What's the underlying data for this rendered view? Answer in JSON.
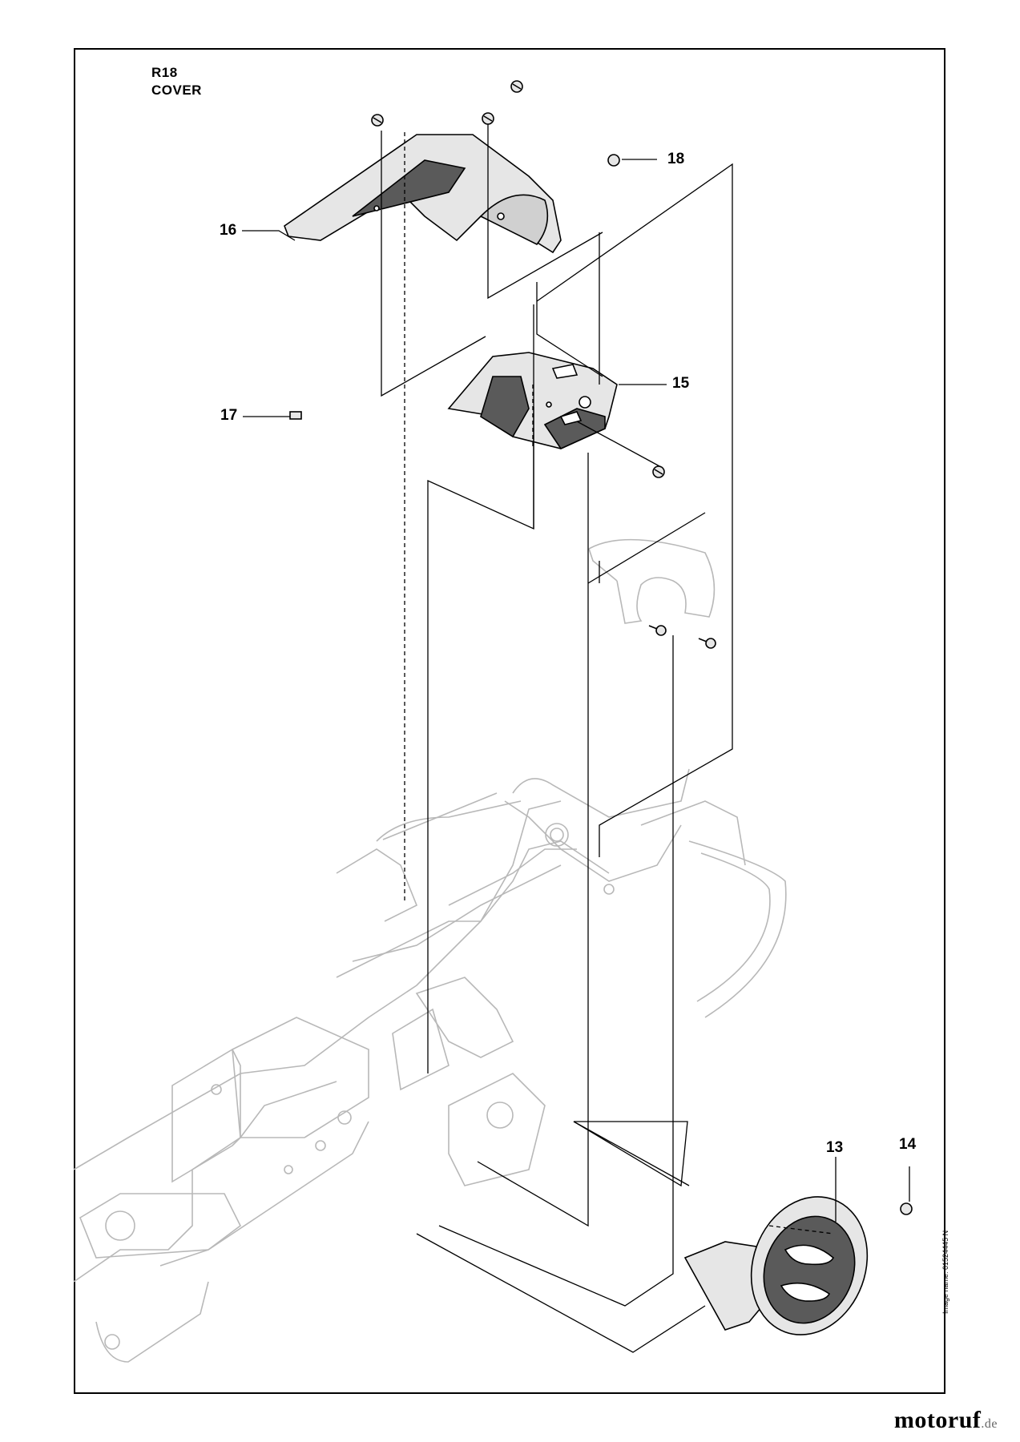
{
  "diagram": {
    "section_code": "R18",
    "section_name": "COVER",
    "image_name": "Image name: 01524445 N",
    "watermark": {
      "brand": "motoruf",
      "tld": ".de"
    },
    "callouts": [
      {
        "number": "13",
        "part": ""
      },
      {
        "number": "14",
        "part": ""
      },
      {
        "number": "15",
        "part": ""
      },
      {
        "number": "16",
        "part": ""
      },
      {
        "number": "17",
        "part": ""
      },
      {
        "number": "18",
        "part": ""
      }
    ]
  },
  "colors": {
    "line": "#000000",
    "ghost": "#b8b8b8",
    "part_fill": "#e6e6e6",
    "part_shade": "#5a5a5a"
  }
}
